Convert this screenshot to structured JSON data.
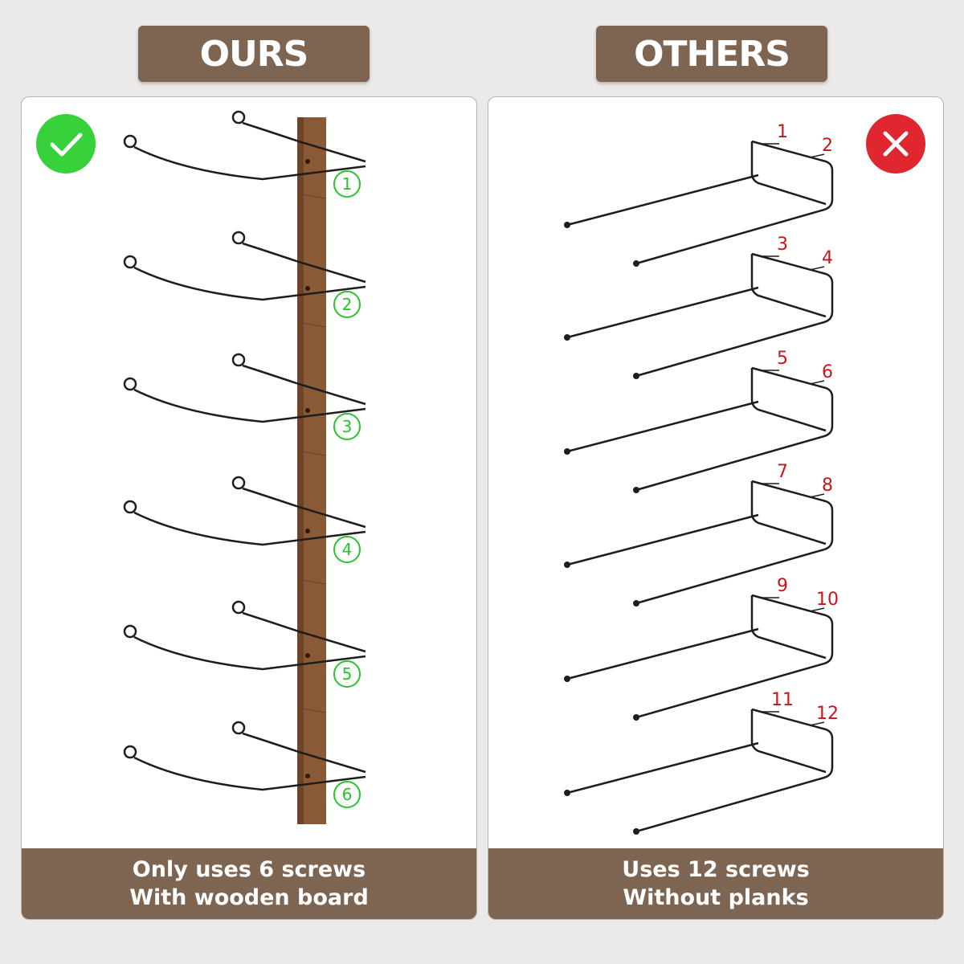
{
  "headers": {
    "ours": "OURS",
    "others": "OTHERS"
  },
  "ours": {
    "caption_line1": "Only uses 6 screws",
    "caption_line2": "With wooden board",
    "screw_markers": [
      "①",
      "②",
      "③",
      "④",
      "⑤",
      "⑥"
    ],
    "badge_icon": "checkmark-icon"
  },
  "others": {
    "caption_line1": "Uses 12 screws",
    "caption_line2": "Without planks",
    "screw_numbers": [
      "1",
      "2",
      "3",
      "4",
      "5",
      "6",
      "7",
      "8",
      "9",
      "10",
      "11",
      "12"
    ],
    "badge_icon": "cross-icon"
  },
  "colors": {
    "header_brown": "#7e6552",
    "check_green": "#36d13b",
    "cross_red": "#e0262e",
    "marker_green": "#27c42c",
    "number_red": "#c4161c",
    "wood": "#8a5a37"
  }
}
